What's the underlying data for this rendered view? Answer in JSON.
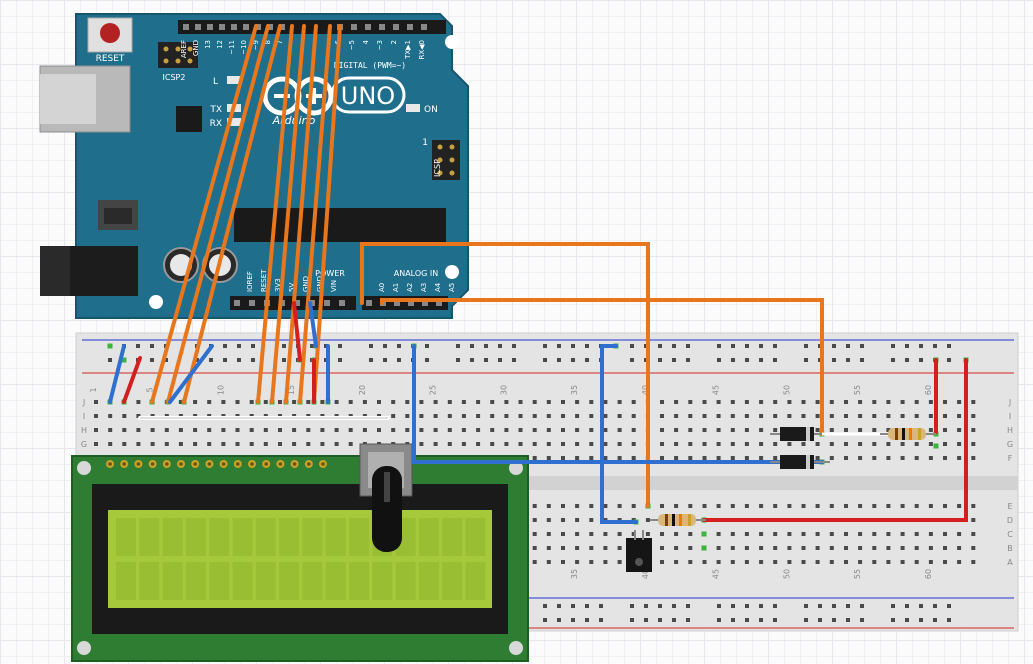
{
  "arduino": {
    "board_model": "UNO",
    "brand": "Arduino",
    "reset_label": "RESET",
    "icsp2_label": "ICSP2",
    "icsp_label": "ICSP",
    "icsp_pin1": "1",
    "digital_label": "DIGITAL (PWM=~)",
    "led_l_label": "L",
    "led_tx_label": "TX",
    "led_rx_label": "RX",
    "on_label": "ON",
    "top_header_pins": [
      "AREF",
      "GND",
      "13",
      "12",
      "~11",
      "~10",
      "~9",
      "8",
      "7",
      "~6",
      "~5",
      "4",
      "~3",
      "2",
      "TX▶1",
      "RX◀0"
    ],
    "power_label": "POWER",
    "power_pins": [
      "IOREF",
      "RESET",
      "3V3",
      "5V",
      "GND",
      "GND",
      "VIN"
    ],
    "analog_label": "ANALOG IN",
    "analog_pins": [
      "A0",
      "A1",
      "A2",
      "A3",
      "A4",
      "A5"
    ]
  },
  "breadboard": {
    "column_numbers": [
      "1",
      "5",
      "10",
      "15",
      "20",
      "25",
      "30",
      "35",
      "40",
      "45",
      "50",
      "55",
      "60"
    ],
    "row_letters_top": [
      "J",
      "I",
      "H",
      "G",
      "F"
    ],
    "row_letters_bottom": [
      "E",
      "D",
      "C",
      "B",
      "A"
    ]
  },
  "colors": {
    "board": "#1f6e8c",
    "breadboard": "#e4e4e4",
    "wire_orange": "#e8761c",
    "wire_blue": "#2f6fd0",
    "wire_red": "#d41f1f",
    "lcd_screen": "#a6c93c",
    "lcd_pcb": "#2e7d32",
    "hole_green": "#3cb43c"
  }
}
